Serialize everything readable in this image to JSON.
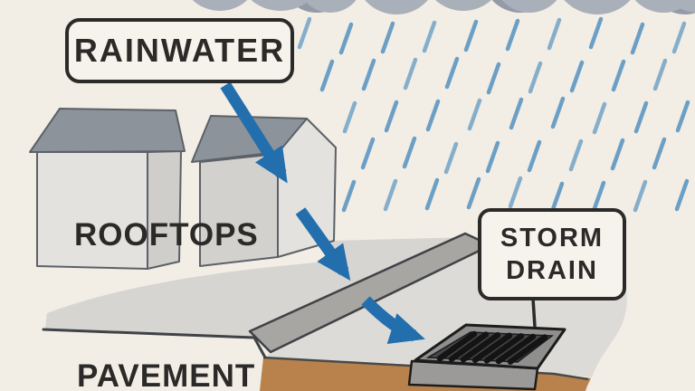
{
  "diagram": {
    "title": "Rainwater runoff to storm drain diagram",
    "labels": {
      "rainwater": "RAINWATER",
      "rooftops": "ROOFTOPS",
      "pavement": "PAVEMENT",
      "storm_drain_line1": "STORM",
      "storm_drain_line2": "DRAIN"
    },
    "flow": [
      "RAINWATER",
      "ROOFTOPS",
      "PAVEMENT",
      "STORM DRAIN"
    ]
  },
  "colors": {
    "background": "#f2ede5",
    "label_fill": "#f6f3ec",
    "label_border": "#2b2a28",
    "text": "#2b2a28",
    "arrow": "#236fad",
    "rain": "#6b9fc5",
    "cloud_light": "#a9b0b9",
    "cloud_dark": "#939ba6",
    "roof": "#8d939b",
    "wall_front": "#e3e2de",
    "wall_side": "#cfcecb",
    "wall_left": "#d2d1cd",
    "outline": "#5c6168",
    "pavement_upper": "#d6d5d1",
    "pavement_lower": "#dcdbd7",
    "curb": "#a7a6a2",
    "curb_outline": "#3f4347",
    "soil": "#b9824d",
    "soil_line": "#4a4a48",
    "drain_frame": "#8f8f8d",
    "drain_panel": "#46474a",
    "drain_slat": "#141414",
    "drain_base": "#9b9a98",
    "drain_outline": "#1c1c1c",
    "connector": "#2b2b2b"
  }
}
